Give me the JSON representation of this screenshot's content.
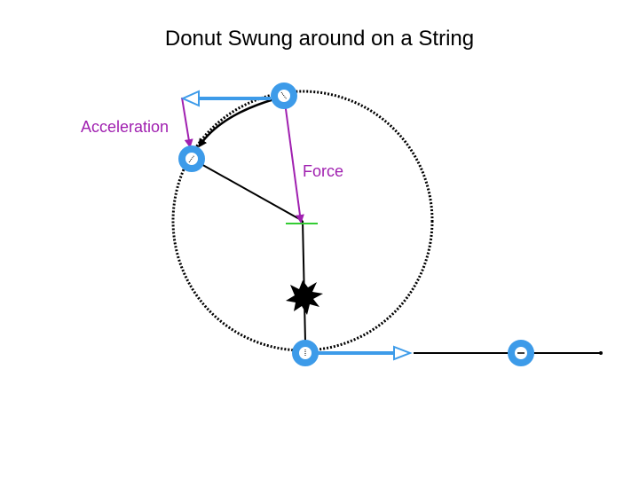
{
  "title": "Donut Swung around on a String",
  "labels": {
    "acceleration": "Acceleration",
    "force": "Force"
  },
  "colors": {
    "donut": "#3d9be9",
    "velocity_arrow": "#3d9be9",
    "force_arrow": "#a020b0",
    "label_text": "#a020b0",
    "center_mark": "#33cc33",
    "path": "#000000"
  }
}
